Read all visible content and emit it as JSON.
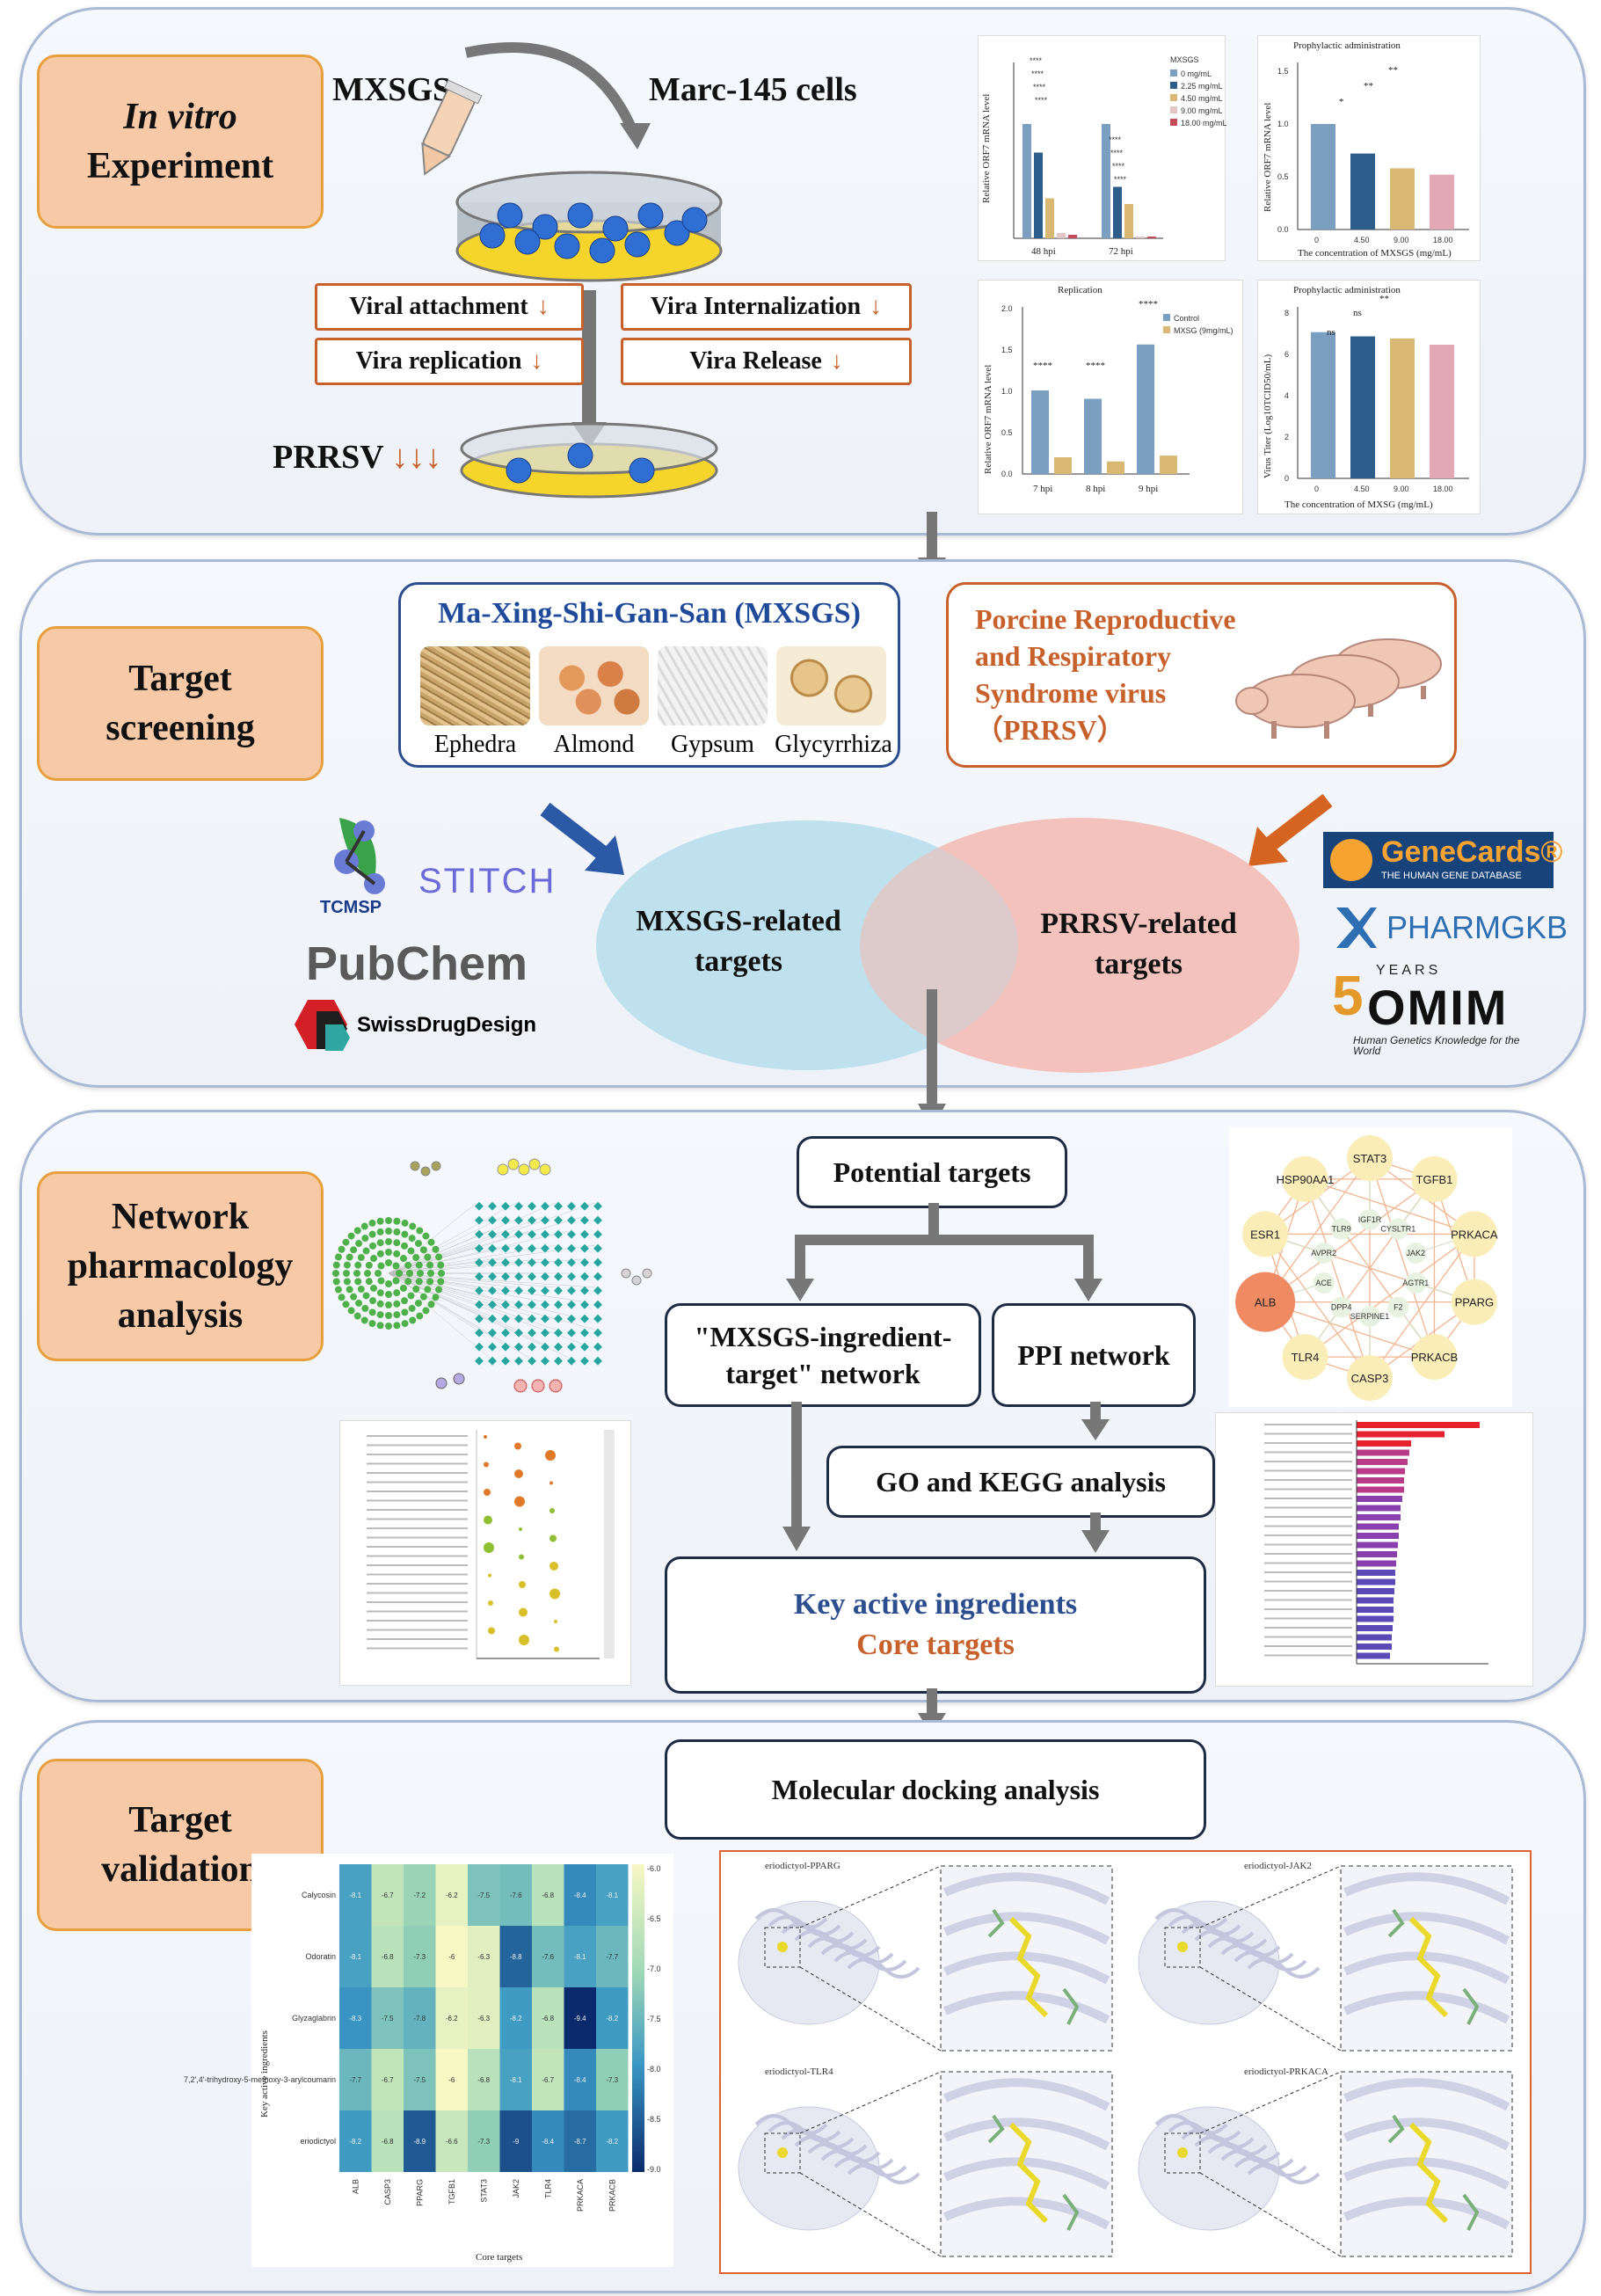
{
  "sections": {
    "s1": {
      "label_line1": "In vitro",
      "label_line2": "Experiment"
    },
    "s2": {
      "label_line1": "Target",
      "label_line2": "screening"
    },
    "s3": {
      "label_line1": "Network",
      "label_line2": "pharmacology",
      "label_line3": "analysis"
    },
    "s4": {
      "label_line1": "Target",
      "label_line2": "validation"
    }
  },
  "invitro": {
    "mxsgs": "MXSGS",
    "cells": "Marc-145 cells",
    "steps": [
      "Viral attachment",
      "Vira Internalization",
      "Vira replication",
      "Vira Release"
    ],
    "prrsv": "PRRSV",
    "down_arrow": "↓",
    "triple_arrow": "↓↓↓"
  },
  "chart_data": [
    {
      "type": "bar",
      "ylabel": "Relative ORF7 mRNA level",
      "categories": [
        "48 hpi",
        "72 hpi"
      ],
      "legend_title": "MXSGS",
      "series": [
        {
          "name": "0 mg/mL",
          "values": [
            1.0,
            1.0
          ]
        },
        {
          "name": "2.25 mg/mL",
          "values": [
            0.75,
            0.45
          ]
        },
        {
          "name": "4.50 mg/mL",
          "values": [
            0.35,
            0.3
          ]
        },
        {
          "name": "9.00 mg/mL",
          "values": [
            0.003,
            0.001
          ]
        },
        {
          "name": "18.00 mg/mL",
          "values": [
            0.002,
            0.0005
          ]
        }
      ],
      "annotations": [
        "****"
      ]
    },
    {
      "type": "bar",
      "title": "Prophylactic administration",
      "ylabel": "Relative ORF7 mRNA level",
      "xlabel": "The concentration of MXSGS (mg/mL)",
      "categories": [
        "0",
        "4.50",
        "9.00",
        "18.00"
      ],
      "values": [
        1.0,
        0.72,
        0.58,
        0.52
      ],
      "yticks": [
        "0.0",
        "0.5",
        "1.0",
        "1.5"
      ],
      "annotations": [
        "*",
        "**",
        "**"
      ]
    },
    {
      "type": "bar",
      "title": "Replication",
      "ylabel": "Relative ORF7 mRNA level",
      "categories": [
        "7 hpi",
        "8 hpi",
        "9 hpi"
      ],
      "series": [
        {
          "name": "Control",
          "values": [
            1.0,
            0.9,
            1.55
          ]
        },
        {
          "name": "MXSG (9mg/mL)",
          "values": [
            0.2,
            0.15,
            0.22
          ]
        }
      ],
      "yticks": [
        "0.0",
        "0.5",
        "1.0",
        "1.5",
        "2.0"
      ],
      "annotations": [
        "****",
        "****",
        "****"
      ]
    },
    {
      "type": "bar",
      "title": "Prophylactic administration",
      "ylabel": "Virus Titer (Log10TCID50/mL)",
      "xlabel": "The concentration of MXSG (mg/mL)",
      "categories": [
        "0",
        "4.50",
        "9.00",
        "18.00"
      ],
      "values": [
        7.0,
        6.8,
        6.7,
        6.4
      ],
      "yticks": [
        "0",
        "2",
        "4",
        "6",
        "8"
      ],
      "annotations": [
        "ns",
        "ns",
        "**"
      ]
    }
  ],
  "screening": {
    "mxsgs_title": "Ma-Xing-Shi-Gan-San (MXSGS)",
    "herbs": [
      "Ephedra",
      "Almond",
      "Gypsum",
      "Glycyrrhiza"
    ],
    "prrsv_line1": "Porcine Reproductive",
    "prrsv_line2": "and Respiratory",
    "prrsv_line3": "Syndrome virus",
    "prrsv_line4": "（PRRSV）",
    "venn_left_1": "MXSGS-related",
    "venn_left_2": "targets",
    "venn_right_1": "PRRSV-related",
    "venn_right_2": "targets",
    "db_left": [
      "TCMSP",
      "STITCH",
      "PubChem",
      "SwissDrugDesign"
    ],
    "db_right": [
      "GeneCards®",
      "THE HUMAN GENE DATABASE",
      "PHARMGKB",
      "YEARS",
      "OMIM",
      "Human Genetics Knowledge for the World"
    ]
  },
  "network": {
    "potential": "Potential targets",
    "ingredient_1": "\"MXSGS-ingredient-",
    "ingredient_2": "target\" network",
    "ppi": "PPI network",
    "gokegg": "GO and KEGG analysis",
    "key_ingredients": "Key active ingredients",
    "core_targets": "Core targets",
    "ppi_nodes": [
      "STAT3",
      "TGFB1",
      "PRKACA",
      "PPARG",
      "PRKACB",
      "CASP3",
      "TLR4",
      "ALB",
      "ESR1",
      "HSP90AA1",
      "IGF1R",
      "CYSLTR1",
      "JAK2",
      "AGTR1",
      "F2",
      "SERPINE1",
      "DPP4",
      "ACE",
      "AVPR2",
      "TLR9"
    ]
  },
  "validation": {
    "docking": "Molecular docking analysis",
    "heatmap_ylabel": "Key active ingredients",
    "heatmap_xlabel": "Core targets",
    "heatmap_rows": [
      "Calycosin",
      "Odoratin",
      "Glyzaglabrin",
      "7,2',4'-trihydroxy-5-methoxy-3-arylcoumarin",
      "eriodictyol"
    ],
    "heatmap_cols": [
      "ALB",
      "CASP3",
      "PPARG",
      "TGFB1",
      "STAT3",
      "JAK2",
      "TLR4",
      "PRKACA",
      "PRKACB"
    ],
    "heatmap_values": [
      [
        -8.1,
        -6.7,
        -7.2,
        -6.2,
        -7.5,
        -7.6,
        -6.8,
        -8.4,
        -8.1
      ],
      [
        -8.1,
        -6.8,
        -7.3,
        -6.0,
        -6.3,
        -8.8,
        -7.6,
        -8.1,
        -7.7
      ],
      [
        -8.3,
        -7.5,
        -7.8,
        -6.2,
        -6.3,
        -8.2,
        -6.8,
        -9.4,
        -8.2
      ],
      [
        -7.7,
        -6.7,
        -7.5,
        -6.0,
        -6.8,
        -8.1,
        -6.7,
        -8.4,
        -7.3
      ],
      [
        -8.2,
        -6.8,
        -8.9,
        -6.6,
        -7.3,
        -9.0,
        -8.4,
        -8.7,
        -8.2
      ]
    ],
    "colorbar_ticks": [
      "-6.0",
      "-6.5",
      "-7.0",
      "-7.5",
      "-8.0",
      "-8.5",
      "-9.0"
    ],
    "docking_titles": [
      "eriodictyol-PPARG",
      "eriodictyol-JAK2",
      "eriodictyol-TLR4",
      "eriodictyol-PRKACA"
    ]
  }
}
